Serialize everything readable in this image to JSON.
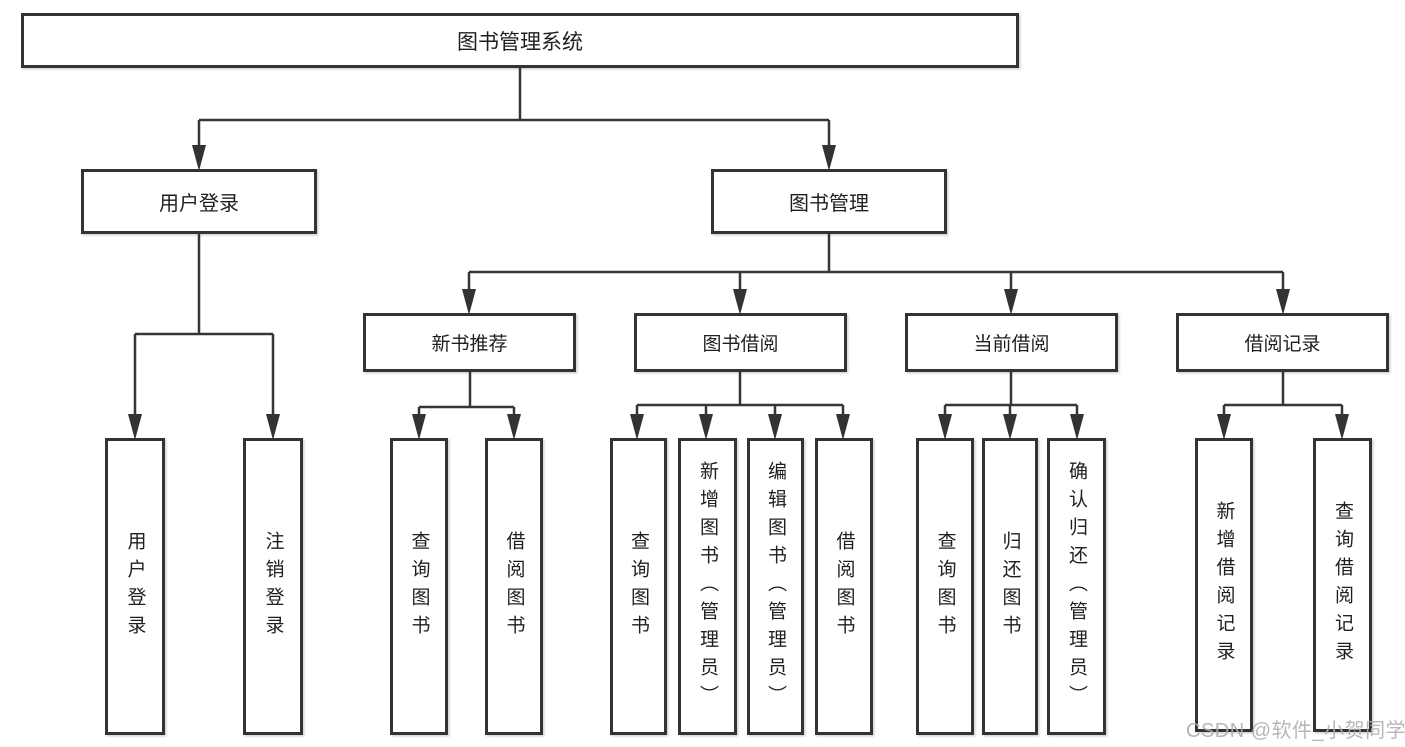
{
  "diagram": {
    "root": {
      "label": "图书管理系统",
      "children": [
        {
          "label": "用户登录",
          "children": [
            "用户登录",
            "注销登录"
          ]
        },
        {
          "label": "图书管理",
          "children": [
            {
              "label": "新书推荐",
              "children": [
                "查询图书",
                "借阅图书"
              ]
            },
            {
              "label": "图书借阅",
              "children": [
                "查询图书",
                "新增图书（管理员）",
                "编辑图书（管理员）",
                "借阅图书"
              ]
            },
            {
              "label": "当前借阅",
              "children": [
                "查询图书",
                "归还图书",
                "确认归还（管理员）"
              ]
            },
            {
              "label": "借阅记录",
              "children": [
                "新增借阅记录",
                "查询借阅记录"
              ]
            }
          ]
        }
      ]
    }
  },
  "watermark": "CSDN @软件_小贺同学",
  "colors": {
    "background": "#ffffff",
    "box_border": "#333333",
    "connector_line": "#363636",
    "arrowhead": "#333333",
    "text": "#1f1f1f",
    "watermark_text": "#afafaf"
  }
}
